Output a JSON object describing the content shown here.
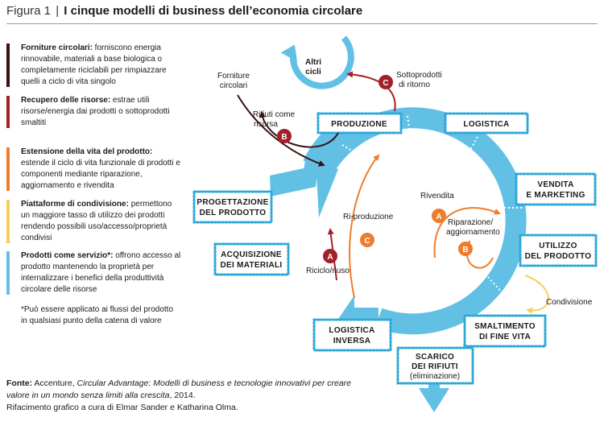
{
  "figure": {
    "label": "Figura 1",
    "separator": "|",
    "title": "I cinque modelli di business dell’economia circolare"
  },
  "legend": [
    {
      "color": "#3b1010",
      "head": "Forniture circolari:",
      "text": " forniscono energia rinnovabile, materiali a base biologica o completamente riciclabili per rimpiazzare quelli a ciclo di vita singolo"
    },
    {
      "color": "#a3202a",
      "head": "Recupero delle risorse:",
      "text": " estrae utili risorse/energia dai prodotti o sottoprodotti smaltiti"
    },
    {
      "color": "#ee7d2b",
      "head": "Estensione della vita del prodotto:",
      "text": " estende il ciclo di vita funzionale di prodotti e componenti mediante riparazione, aggiornamento e rivendita"
    },
    {
      "color": "#f7cd5c",
      "head": "Piattaforme di condivisione:",
      "text": " permettono un maggiore tasso di utilizzo dei prodotti rendendo possibili uso/accesso/proprietà condivisi"
    },
    {
      "color": "#62c0e5",
      "head": "Prodotti come servizio*:",
      "text": " offrono accesso al prodotto mantenendo la proprietà per internalizzare i benefici della produttività circolare delle risorse"
    }
  ],
  "legend_note": "*Può essere applicato ai flussi del prodotto in qualsiasi punto della catena di valore",
  "source": {
    "head": "Fonte:",
    "author": " Accenture, ",
    "book": "Circular Advantage: Modelli di business e tecnologie innovativi per creare valore in un mondo senza limiti alla crescita",
    "year": ", 2014.",
    "credit": "Rifacimento grafico a cura di Elmar Sander e Katharina Olma."
  },
  "diagram": {
    "boxes": {
      "produzione": "PRODUZIONE",
      "logistica": "LOGISTICA",
      "vendita_1": "VENDITA",
      "vendita_2": "E MARKETING",
      "utilizzo_1": "UTILIZZO",
      "utilizzo_2": "DEL PRODOTTO",
      "smaltimento_1": "SMALTIMENTO",
      "smaltimento_2": "DI FINE VITA",
      "scarico_1": "SCARICO",
      "scarico_2": "DEI RIFIUTI",
      "scarico_3": "(eliminazione)",
      "inversa_1": "LOGISTICA",
      "inversa_2": "INVERSA",
      "acquisizione_1": "ACQUISIZIONE",
      "acquisizione_2": "DEI MATERIALI",
      "progettazione_1": "PROGETTAZIONE",
      "progettazione_2": "DEL PRODOTTO"
    },
    "labels": {
      "altri_1": "Altri",
      "altri_2": "cicli",
      "forniture_1": "Forniture",
      "forniture_2": "circolari",
      "sottoprodotti_1": "Sottoprodotti",
      "sottoprodotti_2": "di ritorno",
      "rifiuti_1": "Rifiuti come",
      "rifiuti_2": "risorsa",
      "riproduzione": "Ri-produzione",
      "riciclo": "Riciclo/riuso",
      "rivendita": "Rivendita",
      "riparazione_1": "Riparazione/",
      "riparazione_2": "aggiornamento",
      "condivisione": "Condivisione"
    },
    "markers": {
      "a": "A",
      "b": "B",
      "c": "C"
    },
    "colors": {
      "blue": "#62c0e5",
      "dark_red": "#3b1010",
      "red": "#a3202a",
      "orange": "#ee7d2b",
      "yellow": "#f7cd5c"
    }
  }
}
